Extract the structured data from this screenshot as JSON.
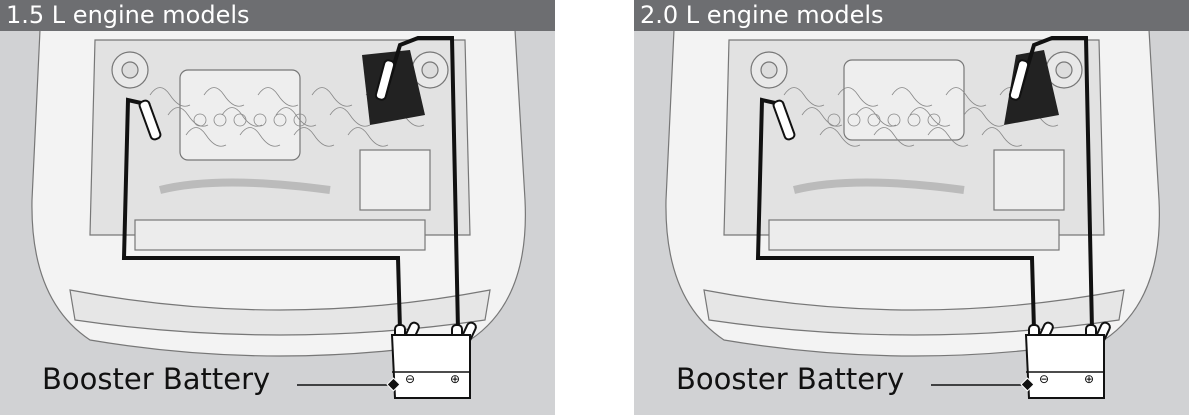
{
  "panels": [
    {
      "title": "1.5 L engine models",
      "label": "Booster Battery"
    },
    {
      "title": "2.0 L engine models",
      "label": "Booster Battery"
    }
  ],
  "battery": {
    "negative_symbol": "⊖",
    "positive_symbol": "⊕"
  },
  "colors": {
    "header": "#6d6e71",
    "background": "#d1d2d4"
  }
}
